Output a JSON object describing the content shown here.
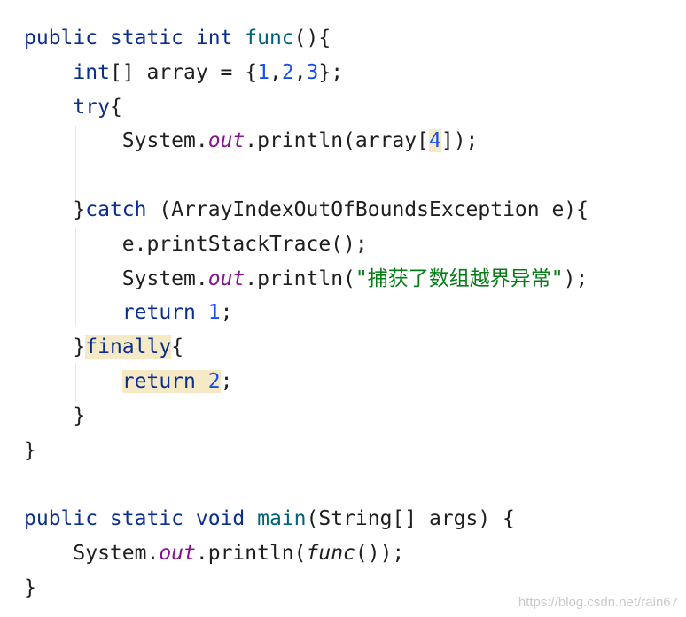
{
  "editor": {
    "lines": [
      {
        "id": "l1",
        "segments": [
          {
            "t": "public static int ",
            "c": "kw"
          },
          {
            "t": "func",
            "c": "fn"
          },
          {
            "t": "(){",
            "c": ""
          }
        ]
      },
      {
        "id": "l2",
        "segments": [
          {
            "t": "    ",
            "c": ""
          },
          {
            "t": "int",
            "c": "kw"
          },
          {
            "t": "[] array = {",
            "c": ""
          },
          {
            "t": "1",
            "c": "num"
          },
          {
            "t": ",",
            "c": ""
          },
          {
            "t": "2",
            "c": "num"
          },
          {
            "t": ",",
            "c": ""
          },
          {
            "t": "3",
            "c": "num"
          },
          {
            "t": "};",
            "c": ""
          }
        ]
      },
      {
        "id": "l3",
        "segments": [
          {
            "t": "    ",
            "c": ""
          },
          {
            "t": "try",
            "c": "kw"
          },
          {
            "t": "{",
            "c": ""
          }
        ]
      },
      {
        "id": "l4",
        "segments": [
          {
            "t": "        System.",
            "c": ""
          },
          {
            "t": "out",
            "c": "fld"
          },
          {
            "t": ".println(array[",
            "c": ""
          },
          {
            "t": "4",
            "c": "num hl"
          },
          {
            "t": "]);",
            "c": ""
          }
        ]
      },
      {
        "id": "l5",
        "segments": []
      },
      {
        "id": "l6",
        "segments": [
          {
            "t": "    }",
            "c": ""
          },
          {
            "t": "catch",
            "c": "kw"
          },
          {
            "t": " (ArrayIndexOutOfBoundsException e){",
            "c": ""
          }
        ]
      },
      {
        "id": "l7",
        "segments": [
          {
            "t": "        e.printStackTrace();",
            "c": ""
          }
        ]
      },
      {
        "id": "l8",
        "segments": [
          {
            "t": "        System.",
            "c": ""
          },
          {
            "t": "out",
            "c": "fld"
          },
          {
            "t": ".println(",
            "c": ""
          },
          {
            "t": "\"捕获了数组越界异常\"",
            "c": "str"
          },
          {
            "t": ");",
            "c": ""
          }
        ]
      },
      {
        "id": "l9",
        "segments": [
          {
            "t": "        ",
            "c": ""
          },
          {
            "t": "return",
            "c": "kw"
          },
          {
            "t": " ",
            "c": ""
          },
          {
            "t": "1",
            "c": "num"
          },
          {
            "t": ";",
            "c": ""
          }
        ]
      },
      {
        "id": "l10",
        "segments": [
          {
            "t": "    }",
            "c": ""
          },
          {
            "t": "finally",
            "c": "kw hl"
          },
          {
            "t": "{",
            "c": ""
          }
        ]
      },
      {
        "id": "l11",
        "segments": [
          {
            "t": "        ",
            "c": ""
          },
          {
            "t": "return",
            "c": "kw hl"
          },
          {
            "t": " ",
            "c": "hl"
          },
          {
            "t": "2",
            "c": "num hl"
          },
          {
            "t": ";",
            "c": ""
          }
        ]
      },
      {
        "id": "l12",
        "segments": [
          {
            "t": "    }",
            "c": ""
          }
        ]
      },
      {
        "id": "l13",
        "segments": [
          {
            "t": "}",
            "c": ""
          }
        ]
      },
      {
        "id": "l14",
        "segments": []
      },
      {
        "id": "l15",
        "segments": [
          {
            "t": "public static void ",
            "c": "kw"
          },
          {
            "t": "main",
            "c": "fn"
          },
          {
            "t": "(String[] args) {",
            "c": ""
          }
        ]
      },
      {
        "id": "l16",
        "segments": [
          {
            "t": "    System.",
            "c": ""
          },
          {
            "t": "out",
            "c": "fld"
          },
          {
            "t": ".println(",
            "c": ""
          },
          {
            "t": "func",
            "c": "sfn"
          },
          {
            "t": "());",
            "c": ""
          }
        ]
      },
      {
        "id": "l17",
        "segments": [
          {
            "t": "}",
            "c": ""
          }
        ]
      }
    ]
  },
  "watermark": "https://blog.csdn.net/rain67",
  "colors": {
    "keyword": "#0b2f8f",
    "function": "#00627a",
    "number": "#1750eb",
    "static_field": "#871094",
    "string": "#067d17",
    "highlight": "#f6e9c6",
    "text": "#1f1f1f"
  }
}
